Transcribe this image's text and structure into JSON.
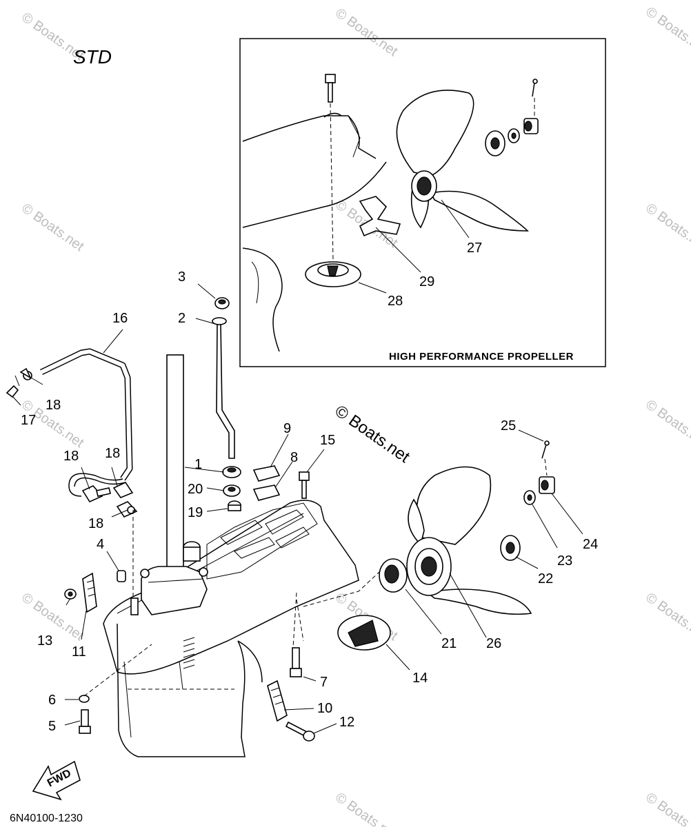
{
  "diagram": {
    "title": "STD",
    "inset_caption": "HIGH PERFORMANCE PROPELLER",
    "diagram_code": "6N40100-1230",
    "fwd_label": "FWD",
    "watermark": "© Boats.net",
    "callouts": {
      "c1": "1",
      "c2": "2",
      "c3": "3",
      "c4": "4",
      "c5": "5",
      "c6": "6",
      "c7": "7",
      "c8": "8",
      "c9": "9",
      "c10": "10",
      "c11": "11",
      "c12": "12",
      "c13": "13",
      "c14": "14",
      "c15": "15",
      "c16": "16",
      "c17": "17",
      "c18a": "18",
      "c18b": "18",
      "c18c": "18",
      "c18d": "18",
      "c19": "19",
      "c20": "20",
      "c21": "21",
      "c22": "22",
      "c23": "23",
      "c24": "24",
      "c25": "25",
      "c26": "26",
      "c27": "27",
      "c28": "28",
      "c29": "29"
    }
  }
}
